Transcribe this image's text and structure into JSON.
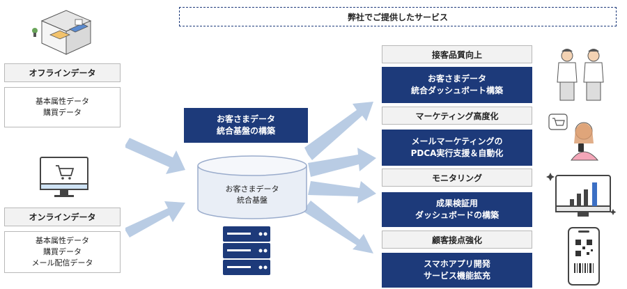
{
  "header": {
    "label": "弊社でご提供したサービス"
  },
  "offline": {
    "title": "オフラインデータ",
    "lines": [
      "基本属性データ",
      "購買データ"
    ]
  },
  "online": {
    "title": "オンラインデータ",
    "lines": [
      "基本属性データ",
      "購買データ",
      "メール配信データ"
    ]
  },
  "center": {
    "title_lines": [
      "お客さまデータ",
      "統合基盤の構築"
    ],
    "db_lines": [
      "お客さまデータ",
      "統合基盤"
    ]
  },
  "services": [
    {
      "category": "接客品質向上",
      "detail_lines": [
        "お客さまデータ",
        "統合ダッシュボート構築"
      ]
    },
    {
      "category": "マーケティング高度化",
      "detail_lines": [
        "メールマーケティングの",
        "PDCA実行支援＆自動化"
      ]
    },
    {
      "category": "モニタリング",
      "detail_lines": [
        "成果検証用",
        "ダッシュボードの構築"
      ]
    },
    {
      "category": "顧客接点強化",
      "detail_lines": [
        "スマホアプリ開発",
        "サービス機能拡充"
      ]
    }
  ],
  "colors": {
    "navy": "#1d3a7a",
    "arrow": "#b9cce4",
    "gray_fill": "#f2f2f2"
  },
  "icons": [
    "store-isometric-icon",
    "shopping-cart-monitor-icon",
    "server-rack-icon",
    "staff-people-icon",
    "shopping-woman-icon",
    "dashboard-monitor-icon",
    "smartphone-qr-icon"
  ]
}
